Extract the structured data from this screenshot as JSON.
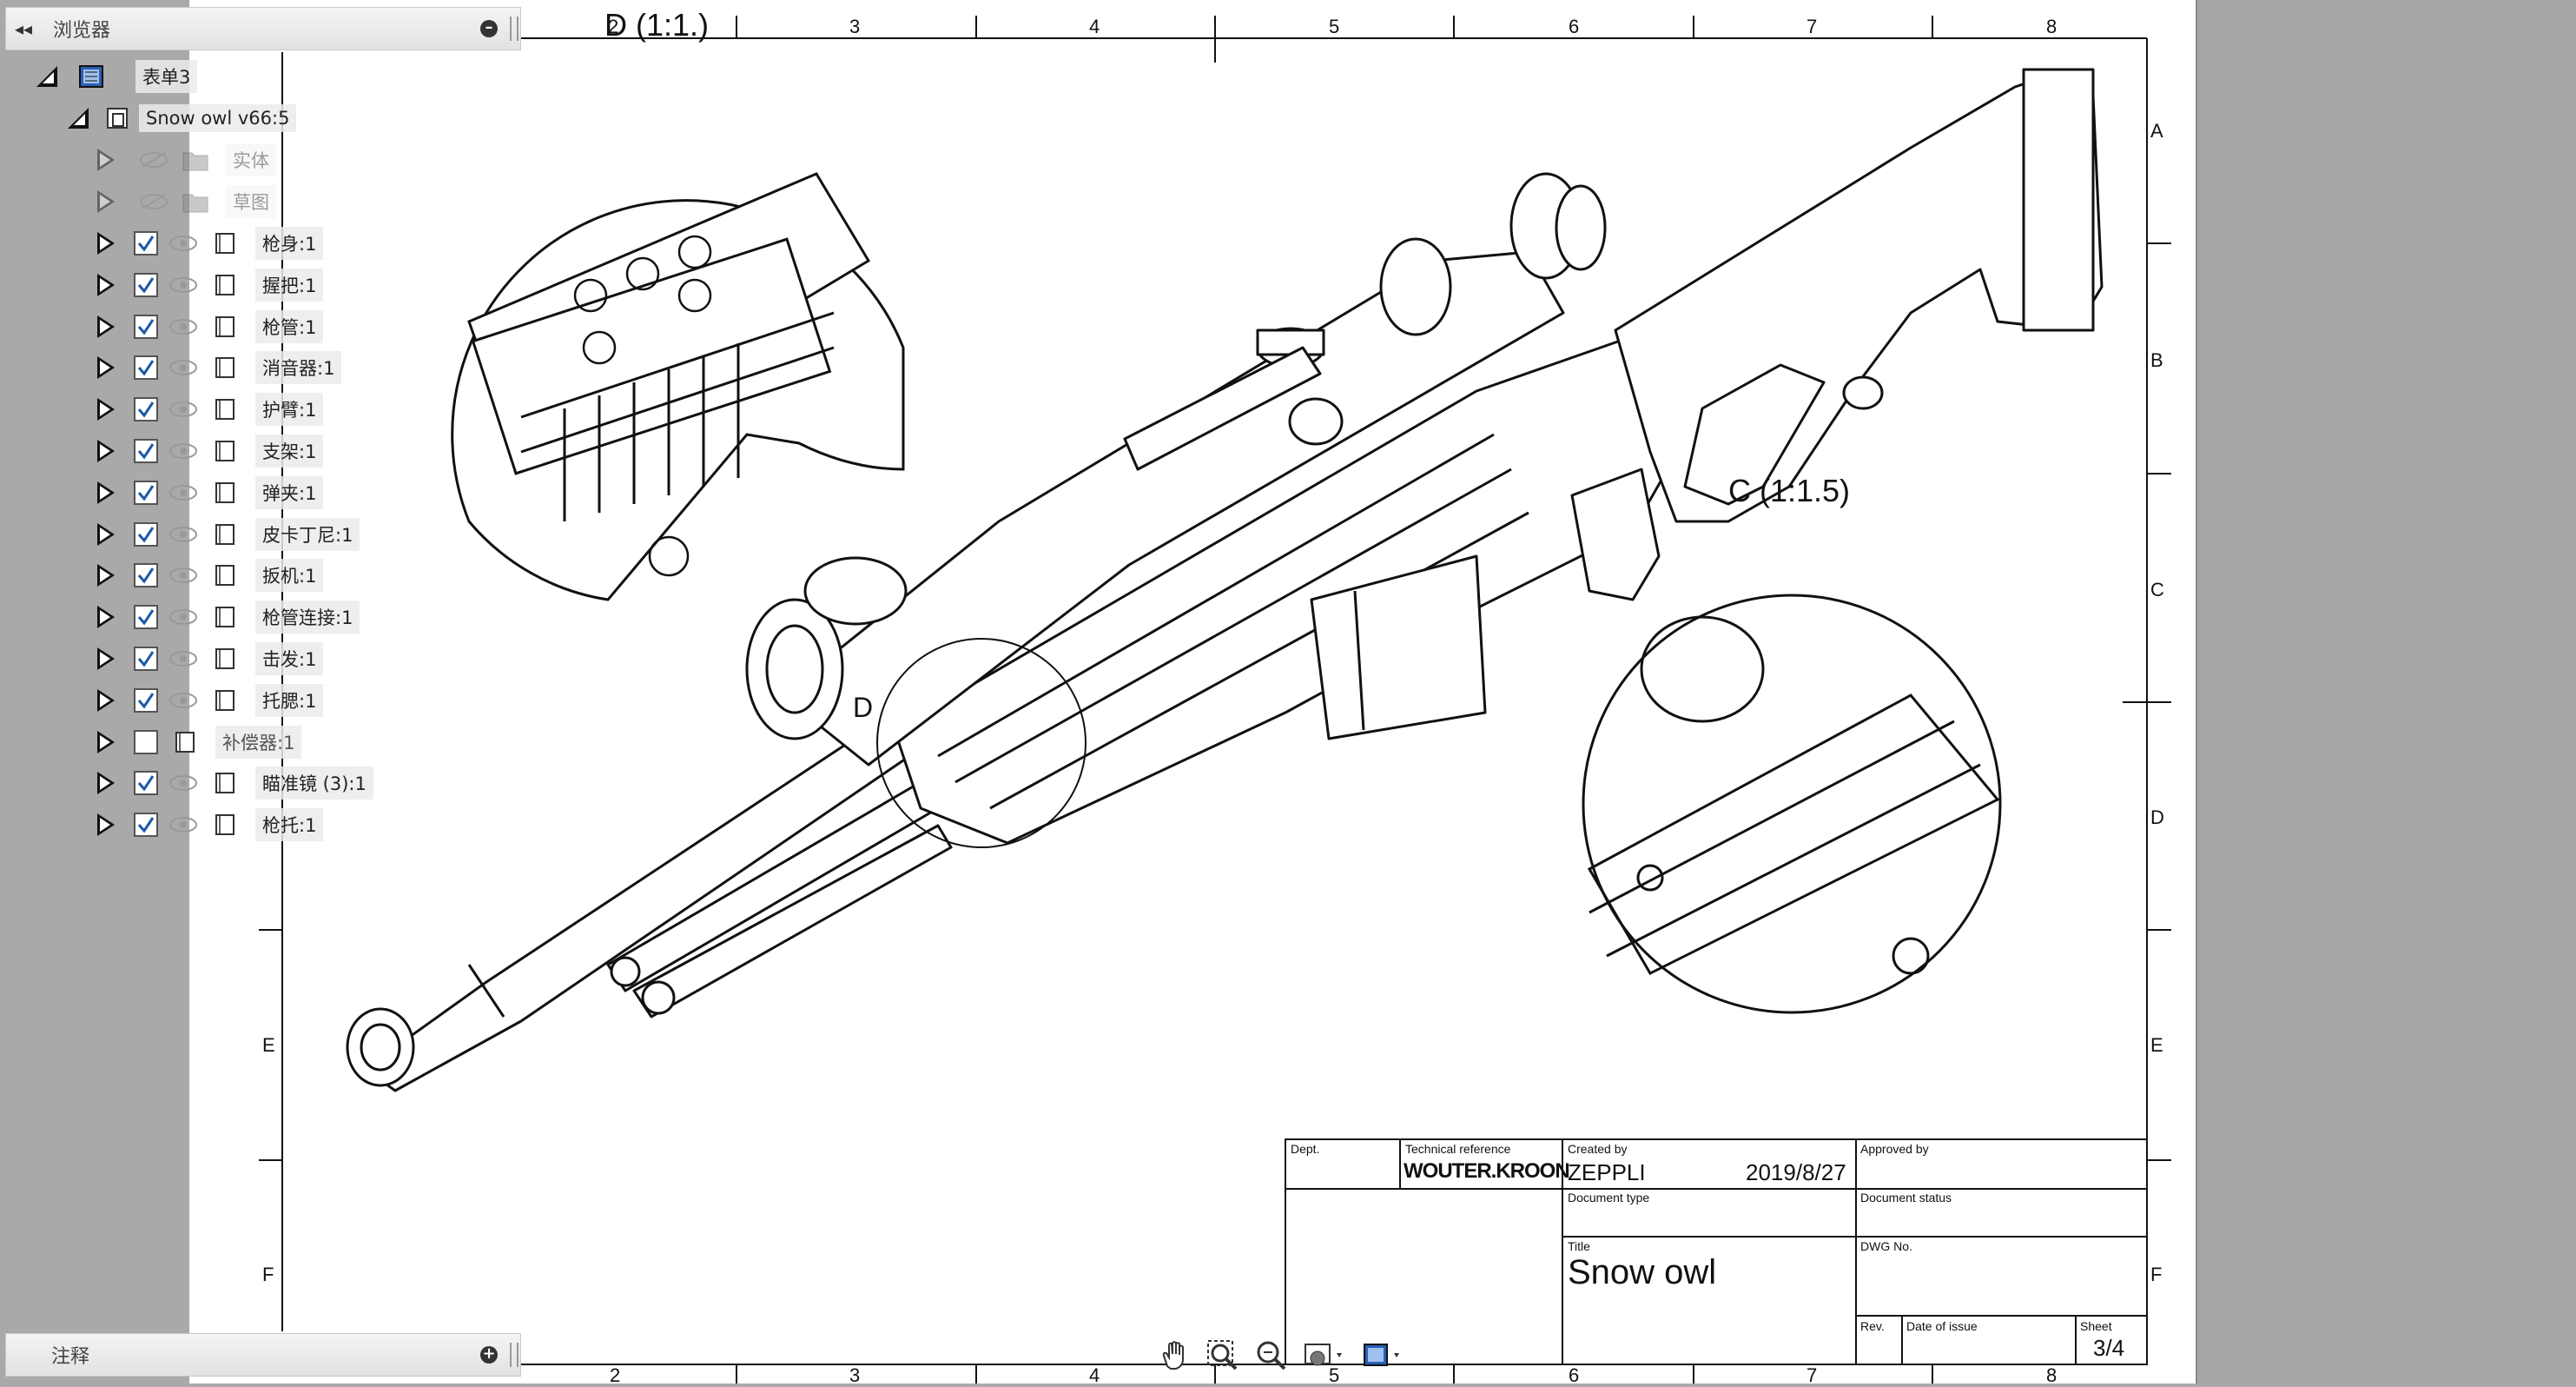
{
  "browser": {
    "title": "浏览器",
    "collapse_glyph": "◂◂",
    "root": {
      "label": "表单3",
      "icon": "drawing-sheet-icon"
    },
    "component": {
      "label": "Snow owl v66:5",
      "icon": "component-icon"
    },
    "folders": [
      {
        "label": "实体",
        "icon": "folder-icon"
      },
      {
        "label": "草图",
        "icon": "folder-icon"
      }
    ],
    "items": [
      {
        "label": "枪身:1",
        "checked": true
      },
      {
        "label": "握把:1",
        "checked": true
      },
      {
        "label": "枪管:1",
        "checked": true
      },
      {
        "label": "消音器:1",
        "checked": true
      },
      {
        "label": "护臂:1",
        "checked": true
      },
      {
        "label": "支架:1",
        "checked": true
      },
      {
        "label": "弹夹:1",
        "checked": true
      },
      {
        "label": "皮卡丁尼:1",
        "checked": true
      },
      {
        "label": "扳机:1",
        "checked": true
      },
      {
        "label": "枪管连接:1",
        "checked": true
      },
      {
        "label": "击发:1",
        "checked": true
      },
      {
        "label": "托腮:1",
        "checked": true
      },
      {
        "label": "补偿器:1",
        "checked": false
      },
      {
        "label": "瞄准镜 (3):1",
        "checked": true
      },
      {
        "label": "枪托:1",
        "checked": true
      }
    ]
  },
  "annotations_panel": {
    "title": "注释"
  },
  "sheet": {
    "view_d": "D (1:1.)",
    "view_c": "C (1:1.5)",
    "view_d_marker": "D",
    "col_labels": [
      "2",
      "3",
      "4",
      "5",
      "6",
      "7",
      "8"
    ],
    "row_labels": [
      "A",
      "B",
      "C",
      "D",
      "E",
      "F"
    ],
    "left_row_labels": [
      "E",
      "F"
    ]
  },
  "title_block": {
    "dept_caption": "Dept.",
    "tech_ref_caption": "Technical reference",
    "tech_ref": "WOUTER.KROON",
    "created_by_caption": "Created by",
    "created_by": "ZEPPLI",
    "date": "2019/8/27",
    "approved_by_caption": "Approved by",
    "doc_type_caption": "Document type",
    "doc_status_caption": "Document status",
    "title_caption": "Title",
    "title": "Snow owl",
    "dwg_no_caption": "DWG No.",
    "rev_caption": "Rev.",
    "date_issue_caption": "Date of issue",
    "sheet_caption": "Sheet",
    "sheet": "3/4"
  },
  "toolbar": {
    "buttons": [
      "pan-icon",
      "zoom-window-icon",
      "zoom-icon",
      "display-settings-icon",
      "sheet-settings-icon"
    ]
  },
  "colors": {
    "background": "#a9a9a9",
    "sheet": "#ffffff",
    "check": "#1a5aa8"
  }
}
